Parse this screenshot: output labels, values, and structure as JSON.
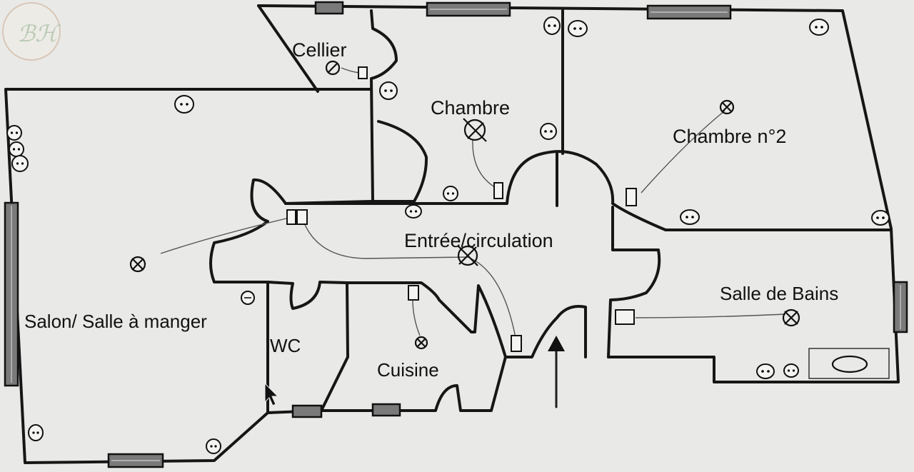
{
  "plan": {
    "rooms": [
      {
        "id": "cellier",
        "name": "Cellier"
      },
      {
        "id": "chambre",
        "name": "Chambre"
      },
      {
        "id": "chambre2",
        "name": "Chambre n°2"
      },
      {
        "id": "entree",
        "name": "Entrée/circulation"
      },
      {
        "id": "salon",
        "name": "Salon/ Salle à manger"
      },
      {
        "id": "salle-de-bains",
        "name": "Salle de Bains"
      },
      {
        "id": "wc",
        "name": "WC"
      },
      {
        "id": "cuisine",
        "name": "Cuisine"
      }
    ],
    "colors": {
      "wall": "#161616",
      "window": "#7a7a7a",
      "background": "#e9e9e7"
    },
    "symbols": [
      "outlet-icon",
      "light-fixture-icon",
      "switch-icon",
      "window-icon",
      "entrance-arrow-icon",
      "logo-icon"
    ]
  }
}
